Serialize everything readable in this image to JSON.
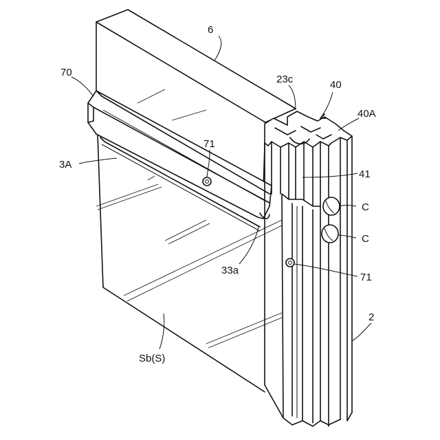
{
  "labels": {
    "l6": "6",
    "l70": "70",
    "l23c": "23c",
    "l40": "40",
    "l40A": "40A",
    "l71a": "71",
    "l3A": "3A",
    "l41": "41",
    "lC1": "C",
    "lC2": "C",
    "l33a": "33a",
    "l71b": "71",
    "l2": "2",
    "lSb": "Sb(S)"
  },
  "colors": {
    "ink": "#111111",
    "paper": "#ffffff"
  }
}
